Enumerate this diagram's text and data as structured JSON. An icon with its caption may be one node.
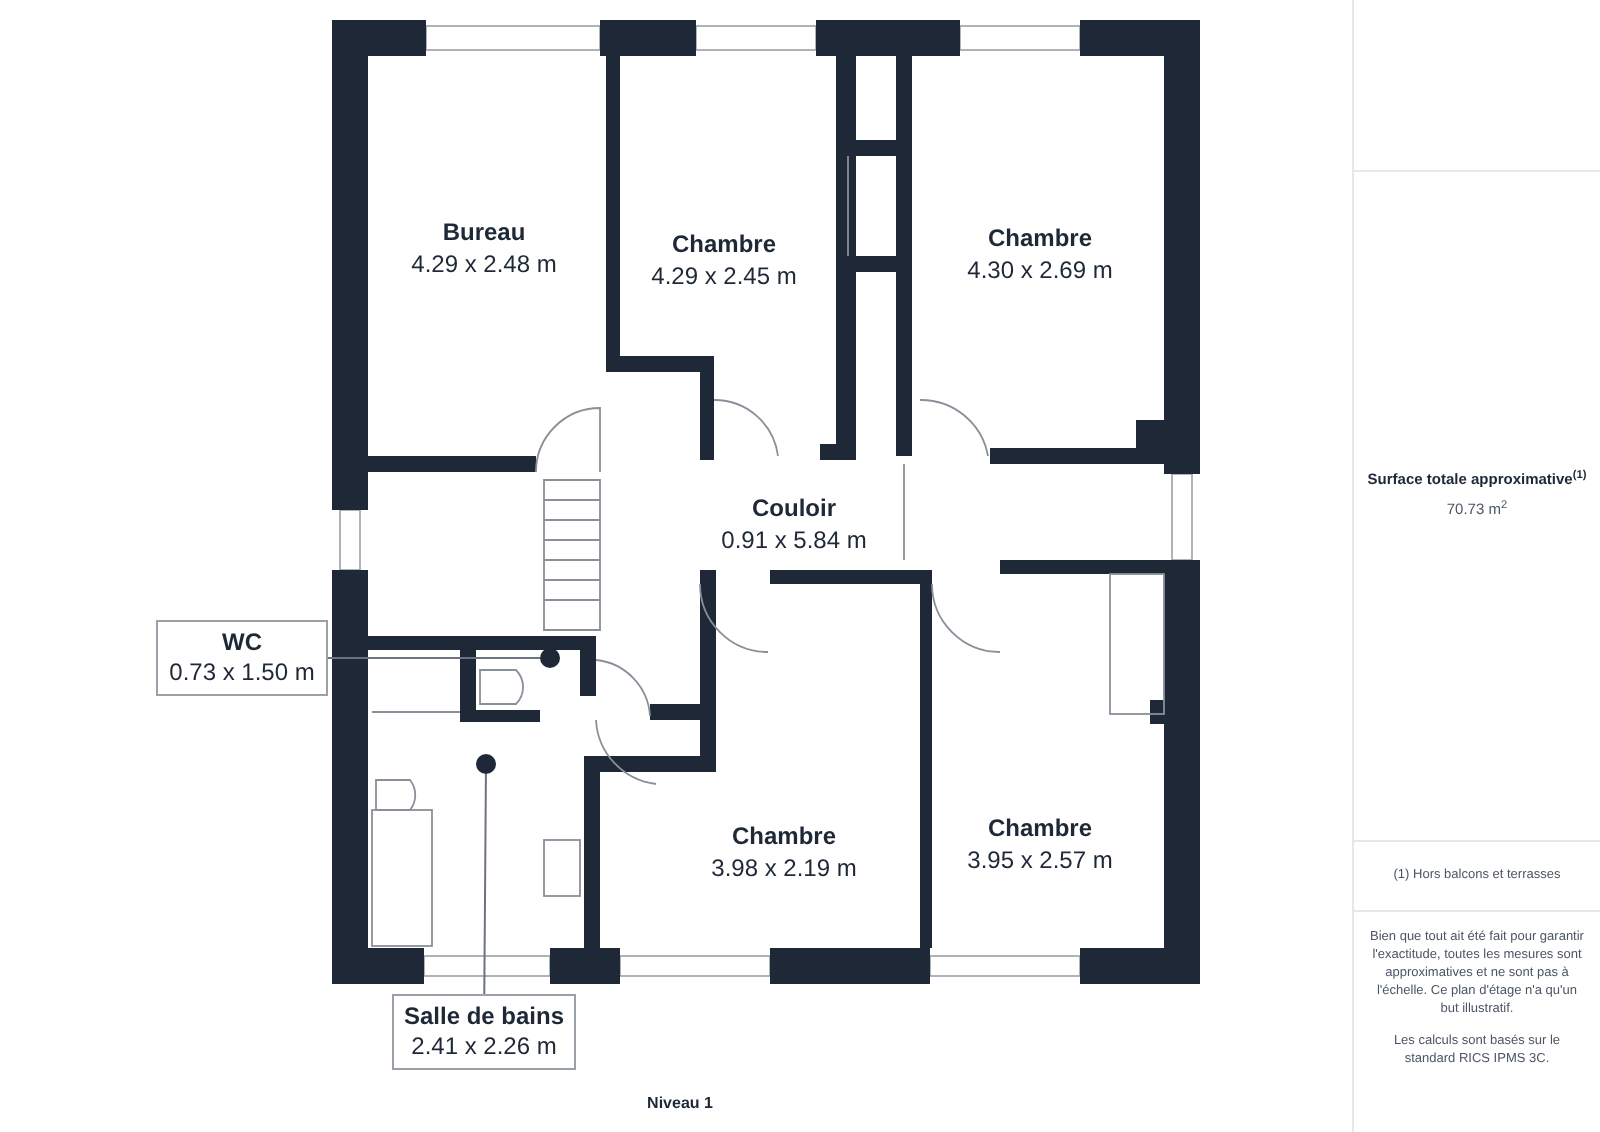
{
  "diagram": {
    "caption": "Niveau 1",
    "nodes": [
      {
        "text": [
          "Bureau",
          "4.29 x 2.48 m"
        ]
      },
      {
        "text": [
          "Chambre",
          "4.29 x 2.45 m"
        ]
      },
      {
        "text": [
          "Chambre",
          "4.30 x 2.69 m"
        ]
      },
      {
        "text": [
          "Couloir",
          "0.91 x 5.84 m"
        ]
      },
      {
        "text": [
          "Chambre",
          "3.98 x 2.19 m"
        ]
      },
      {
        "text": [
          "Chambre",
          "3.95 x 2.57 m"
        ]
      },
      {
        "text": [
          "WC",
          "0.73 x 1.50 m"
        ]
      },
      {
        "text": [],
        "shape": "circle"
      },
      {
        "text": [
          "Salle de bains",
          "2.41 x 2.26 m"
        ]
      },
      {
        "text": [],
        "shape": "circle"
      }
    ],
    "edges": [
      {
        "from": 6,
        "to": 7,
        "arrow": "none"
      },
      {
        "from": 8,
        "to": 9,
        "arrow": "none"
      }
    ],
    "labels": [
      "Surface totale approximative$^{(1)}$",
      "70.73 m$^{2}$",
      "(1) Hors balcons et terrasses",
      "Bien que tout ait été fait pour garantir l'exactitude, toutes les mesures sont approximatives et ne sont pas à l'échelle. Ce plan d'étage n'a qu'un but illustratif.",
      "Les calculs sont basés sur le standard RICS IPMS 3C."
    ]
  }
}
